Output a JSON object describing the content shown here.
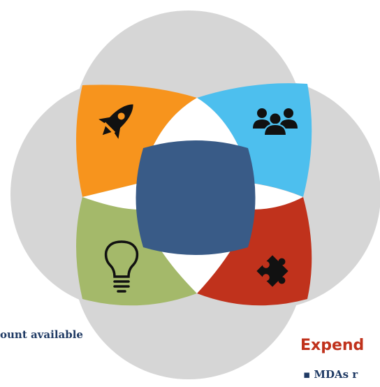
{
  "colors": {
    "background_circle": "#d6d6d6",
    "top_left_petal": "#f7941d",
    "top_right_petal": "#4dbfee",
    "bottom_left_petal": "#a4b96a",
    "bottom_right_petal": "#c0321c",
    "center_square": "#395b87",
    "heading_red": "#c0321c",
    "text_navy": "#1f3a64"
  },
  "icons": {
    "top_left": "rocket-icon",
    "top_right": "team-icon",
    "bottom_left": "lightbulb-icon",
    "bottom_right": "puzzle-icon"
  },
  "left_text": "ount available",
  "right_heading": "Expend",
  "right_bullet": "▪ MDAs r"
}
